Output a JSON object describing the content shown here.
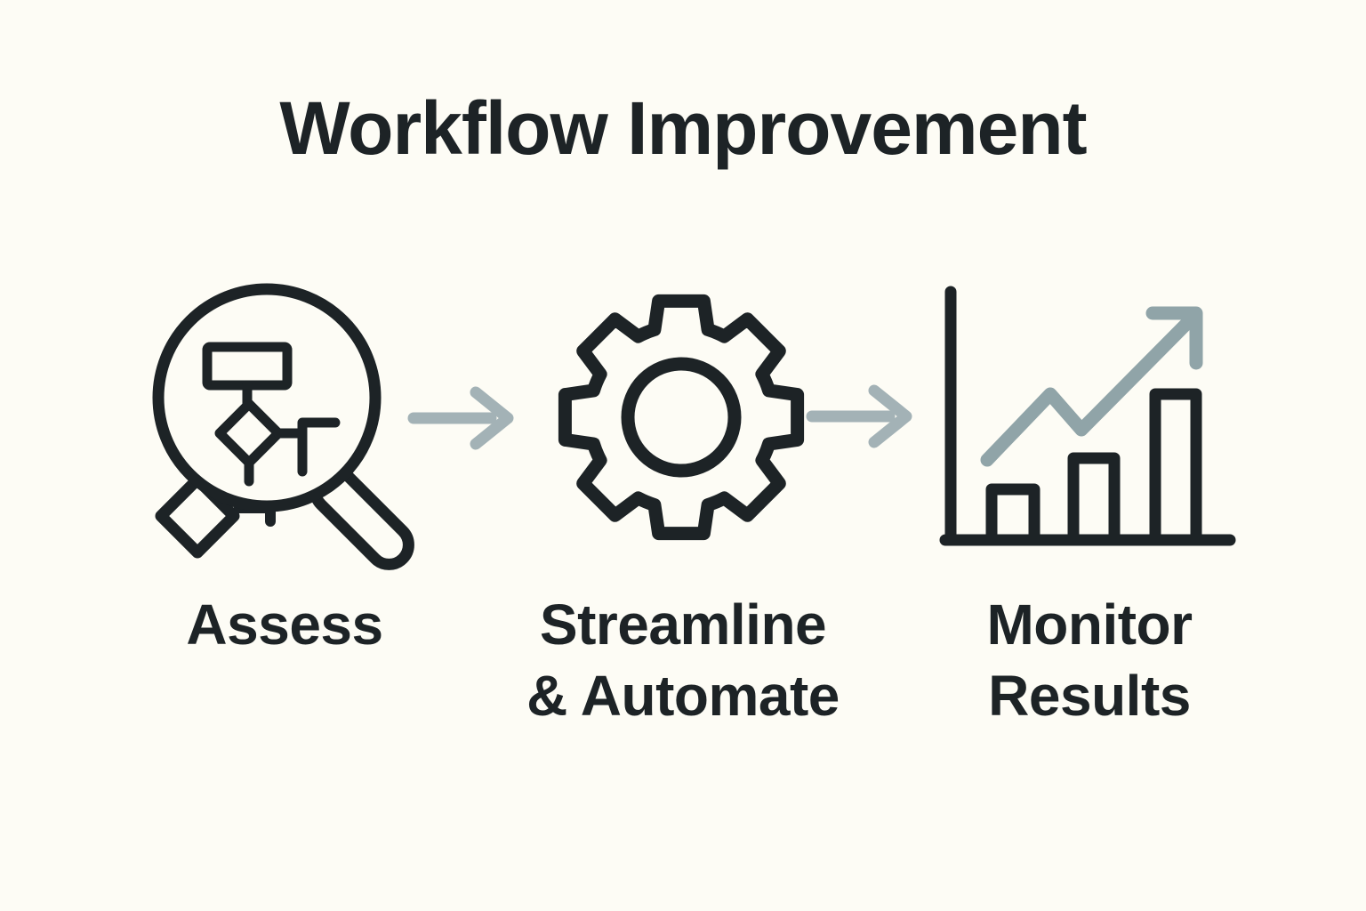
{
  "title": "Workflow Improvement",
  "colors": {
    "background": "#fdfcf5",
    "ink": "#1d2326",
    "connector": "#a3b2b6",
    "trend": "#90a4a8"
  },
  "steps": [
    {
      "name": "assess",
      "icon": "magnifier-flowchart-icon",
      "label": "Assess",
      "lines": [
        "Assess"
      ]
    },
    {
      "name": "streamline-automate",
      "icon": "gear-icon",
      "label": "Streamline & Automate",
      "lines": [
        "Streamline",
        "& Automate"
      ]
    },
    {
      "name": "monitor-results",
      "icon": "bar-chart-growth-icon",
      "label": "Monitor Results",
      "lines": [
        "Monitor",
        "Results"
      ]
    }
  ],
  "connectors": [
    {
      "icon": "arrow-right-icon"
    },
    {
      "icon": "arrow-right-icon"
    }
  ]
}
